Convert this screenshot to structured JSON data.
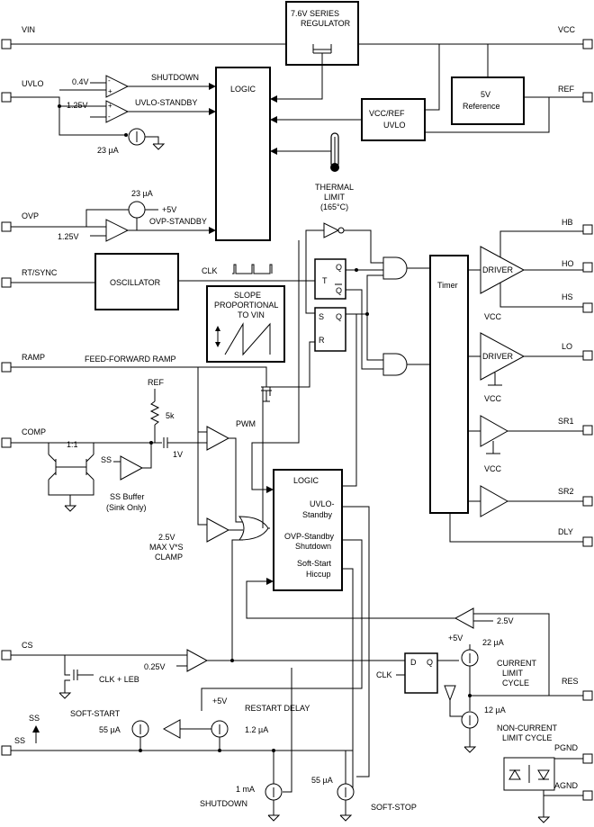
{
  "pins_left": {
    "vin": "VIN",
    "uvlo": "UVLO",
    "ovp": "OVP",
    "rt_sync": "RT/SYNC",
    "ramp": "RAMP",
    "comp": "COMP",
    "cs": "CS",
    "ss": "SS"
  },
  "pins_right": {
    "vcc": "VCC",
    "ref": "REF",
    "hb": "HB",
    "ho": "HO",
    "hs": "HS",
    "lo": "LO",
    "sr1": "SR1",
    "sr2": "SR2",
    "dly": "DLY",
    "res": "RES",
    "pgnd": "PGND",
    "agnd": "AGND"
  },
  "blocks": {
    "regulator_line1": "7.6V SERIES",
    "regulator_line2": "REGULATOR",
    "logic_top": "LOGIC",
    "ref5v_line1": "5V",
    "ref5v_line2": "Reference",
    "vccref_line1": "VCC/REF",
    "vccref_line2": "UVLO",
    "oscillator": "OSCILLATOR",
    "timer": "Timer",
    "driver_ho": "DRIVER",
    "driver_lo": "DRIVER",
    "logic_bottom": "LOGIC",
    "logic_uvlo_1": "UVLO-",
    "logic_uvlo_2": "Standby",
    "logic_ovp_1": "OVP-Standby",
    "logic_ovp_2": "Shutdown",
    "logic_ss_1": "Soft-Start",
    "logic_ss_2": "Hiccup",
    "slope_1": "SLOPE",
    "slope_2": "PROPORTIONAL",
    "slope_3": "TO VIN",
    "ff_t": "T",
    "ff_q": "Q",
    "ff_qbar": "Q",
    "sr_s": "S",
    "sr_q": "Q",
    "sr_r": "R",
    "d_ff_d": "D",
    "d_ff_q": "Q"
  },
  "labels": {
    "v04": "0.4V",
    "v125_uvlo": "1.25V",
    "shutdown": "SHUTDOWN",
    "uvlo_standby": "UVLO-STANDBY",
    "i23_uvlo": "23 µA",
    "i23_ovp": "23 µA",
    "plus5v_ovp": "+5V",
    "v125_ovp": "1.25V",
    "ovp_standby": "OVP-STANDBY",
    "thermal_1": "THERMAL",
    "thermal_2": "LIMIT",
    "thermal_3": "(165°C)",
    "clk": "CLK",
    "feed_forward": "FEED-FORWARD  RAMP",
    "ref_res": "REF",
    "r5k": "5k",
    "ratio": "1:1",
    "ss_in": "SS",
    "ss_buffer_1": "SS Buffer",
    "ss_buffer_2": "(Sink Only)",
    "v1": "1V",
    "pwm": "PWM",
    "clamp_1": "2.5V",
    "clamp_2": "MAX V*S",
    "clamp_3": "CLAMP",
    "vcc_lo": "VCC",
    "vcc_sr1": "VCC",
    "vcc_sr2": "VCC",
    "v25_res": "2.5V",
    "plus5v_res": "+5V",
    "i22": "22 µA",
    "current_limit_1": "CURRENT",
    "current_limit_2": "LIMIT",
    "current_limit_3": "CYCLE",
    "i12": "12 µA",
    "noncurrent_1": "NON-CURRENT",
    "noncurrent_2": "LIMIT CYCLE",
    "v025": "0.25V",
    "clk_leb": "CLK + LEB",
    "clk_dff": "CLK",
    "soft_start": "SOFT-START",
    "plus5v_ss": "+5V",
    "restart_delay": "RESTART DELAY",
    "i55_ss": "55 µA",
    "i12_ss": "1.2 µA",
    "i1ma": "1 mA",
    "shutdown_bottom": "SHUTDOWN",
    "i55_softstop": "55 µA",
    "soft_stop": "SOFT-STOP",
    "ss_arrow": "SS"
  }
}
